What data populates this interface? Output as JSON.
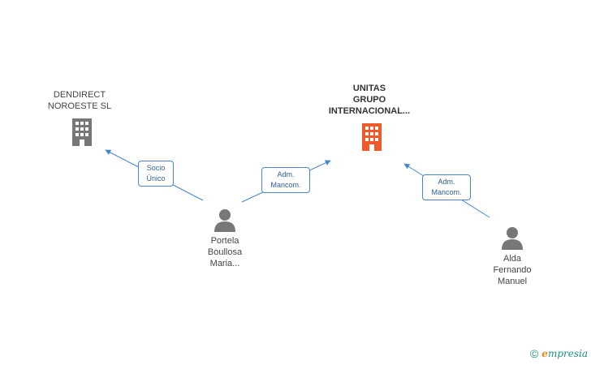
{
  "nodes": {
    "dendirect": {
      "label": "DENDIRECT\nNOROESTE SL"
    },
    "unitas": {
      "label": "UNITAS\nGRUPO\nINTERNACIONAL..."
    },
    "portela": {
      "label": "Portela\nBoullosa\nMaria..."
    },
    "alda": {
      "label": "Alda\nFernando\nManuel"
    }
  },
  "edges": {
    "socio": {
      "label": "Socio\nÚnico"
    },
    "adm1": {
      "label": "Adm.\nMancom."
    },
    "adm2": {
      "label": "Adm.\nMancom."
    }
  },
  "footer": {
    "copyright": "©",
    "brand_e": "e",
    "brand_rest": "mpresia"
  },
  "colors": {
    "company": "#777777",
    "company_main": "#f05a28",
    "person": "#777777",
    "edge": "#4a86c6"
  }
}
